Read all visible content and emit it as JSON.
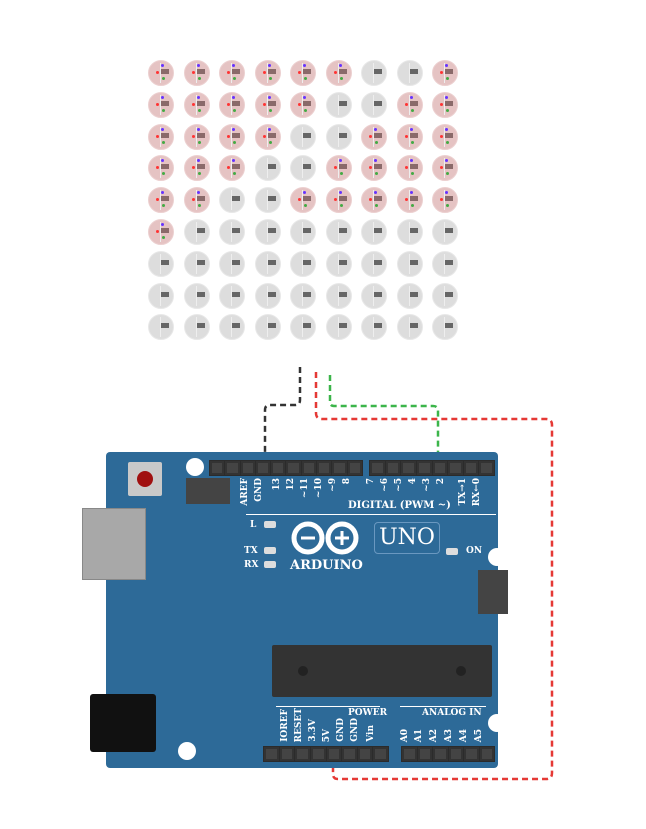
{
  "matrix": {
    "rows": 9,
    "cols": 9,
    "lit": [
      [
        1,
        1,
        1,
        1,
        1,
        1,
        0,
        0,
        1
      ],
      [
        1,
        1,
        1,
        1,
        1,
        0,
        0,
        1,
        1
      ],
      [
        1,
        1,
        1,
        1,
        0,
        0,
        1,
        1,
        1
      ],
      [
        1,
        1,
        1,
        0,
        0,
        1,
        1,
        1,
        1
      ],
      [
        1,
        1,
        0,
        0,
        1,
        1,
        1,
        1,
        1
      ],
      [
        1,
        0,
        0,
        0,
        0,
        0,
        0,
        0,
        0
      ],
      [
        0,
        0,
        0,
        0,
        0,
        0,
        0,
        0,
        0
      ],
      [
        0,
        0,
        0,
        0,
        0,
        0,
        0,
        0,
        0
      ],
      [
        0,
        0,
        0,
        0,
        0,
        0,
        0,
        0,
        0
      ]
    ],
    "lit_color": "#e5c3c3"
  },
  "wires": {
    "gnd_color": "#333333",
    "data_color": "#3bb54a",
    "vcc_color": "#e53935"
  },
  "board": {
    "brand": "ARDUINO",
    "model": "UNO",
    "digital_label": "DIGITAL (PWM ~)",
    "power_label": "POWER",
    "analog_label": "ANALOG IN",
    "top_pins": [
      "AREF",
      "GND",
      "13",
      "12",
      "~11",
      "~10",
      "~9",
      "8",
      "7",
      "~6",
      "~5",
      "4",
      "~3",
      "2",
      "TX→1",
      "RX←0"
    ],
    "bottom_pins": [
      "IOREF",
      "RESET",
      "3.3V",
      "5V",
      "GND",
      "GND",
      "Vin",
      "A0",
      "A1",
      "A2",
      "A3",
      "A4",
      "A5"
    ],
    "leds": {
      "l": "L",
      "tx": "TX",
      "rx": "RX",
      "on": "ON"
    }
  }
}
